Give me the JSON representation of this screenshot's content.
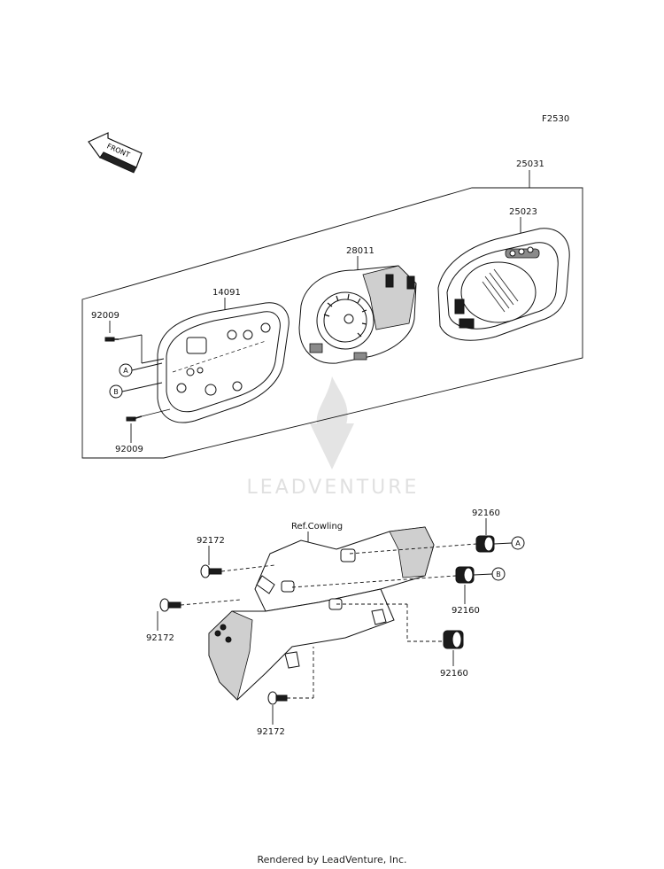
{
  "figure_code": "F2530",
  "front_arrow_label": "FRONT",
  "reference_label": "Ref.Cowling",
  "callouts": {
    "a": "A",
    "b": "B"
  },
  "part_numbers": {
    "meter_assy": "25031",
    "meter_case_upper": "25023",
    "meter_unit": "28011",
    "meter_case_lower": "14091",
    "screw_top": "92009",
    "screw_bottom": "92009",
    "grommet_a": "92160",
    "grommet_b": "92160",
    "grommet_lower": "92160",
    "bolt_upper": "92172",
    "bolt_left": "92172",
    "bolt_bottom": "92172"
  },
  "watermark": "LEADVENTURE",
  "footer": "Rendered by LeadVenture, Inc."
}
